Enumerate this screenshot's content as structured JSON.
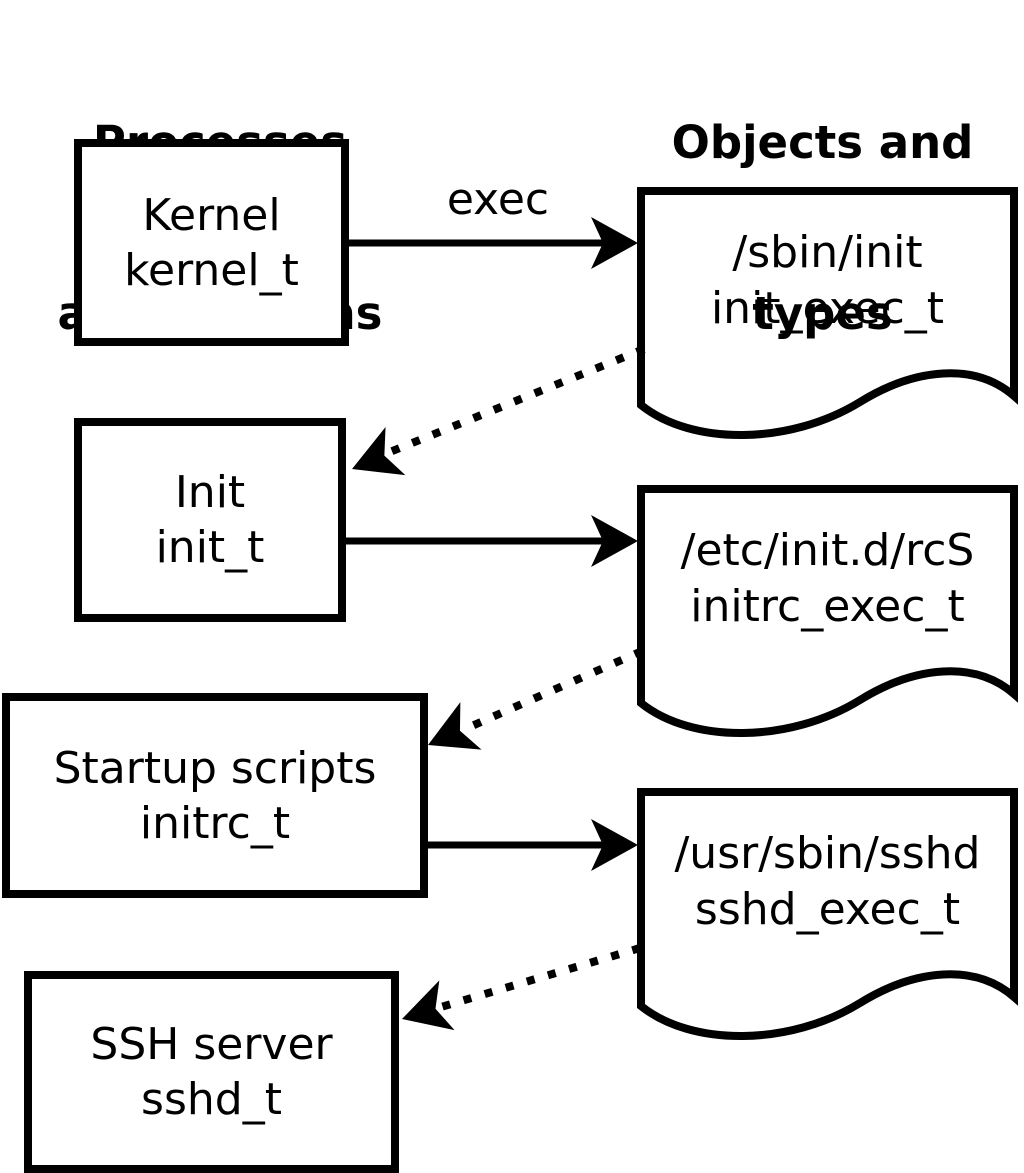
{
  "headers": {
    "processes": {
      "line1": "Processes",
      "line2": "and domains"
    },
    "objects": {
      "line1": "Objects and",
      "line2": "types"
    }
  },
  "processes": [
    {
      "label": "Kernel",
      "domain": "kernel_t"
    },
    {
      "label": "Init",
      "domain": "init_t"
    },
    {
      "label": "Startup scripts",
      "domain": "initrc_t"
    },
    {
      "label": "SSH server",
      "domain": "sshd_t"
    }
  ],
  "objects": [
    {
      "path": "/sbin/init",
      "type": "init_exec_t"
    },
    {
      "path": "/etc/init.d/rcS",
      "type": "initrc_exec_t"
    },
    {
      "path": "/usr/sbin/sshd",
      "type": "sshd_exec_t"
    }
  ],
  "labels": {
    "exec": "exec"
  },
  "edges": {
    "solid": [
      {
        "from": "kernel_t",
        "to": "init_exec_t",
        "label": "exec"
      },
      {
        "from": "init_t",
        "to": "initrc_exec_t",
        "label": ""
      },
      {
        "from": "initrc_t",
        "to": "sshd_exec_t",
        "label": ""
      }
    ],
    "dotted": [
      {
        "from": "init_exec_t",
        "to": "init_t"
      },
      {
        "from": "initrc_exec_t",
        "to": "initrc_t"
      },
      {
        "from": "sshd_exec_t",
        "to": "sshd_t"
      }
    ]
  },
  "colors": {
    "ink": "#000000",
    "background": "#ffffff"
  }
}
